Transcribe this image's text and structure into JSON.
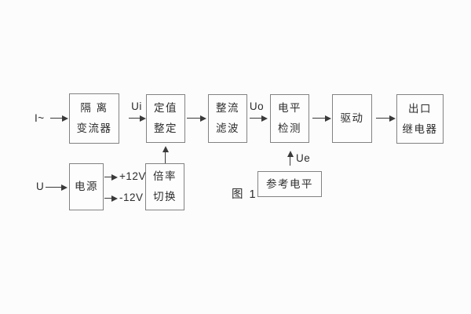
{
  "figure": {
    "caption": "图 1",
    "colors": {
      "background": "#fcfcfc",
      "box_border": "#828282",
      "line": "#3a3a3a",
      "text": "#2d2d2d"
    }
  },
  "blocks": {
    "isolation_transformer": {
      "line1": "隔 离",
      "line2": "变流器"
    },
    "setting_adjustment": {
      "line1": "定值",
      "line2": "整定"
    },
    "rectifier_filter": {
      "line1": "整流",
      "line2": "滤波"
    },
    "level_detection": {
      "line1": "电平",
      "line2": "检测"
    },
    "drive": {
      "line1": "驱动"
    },
    "output_relay": {
      "line1": "出口",
      "line2": "继电器"
    },
    "power_supply": {
      "line1": "电源"
    },
    "ratio_switch": {
      "line1": "倍率",
      "line2": "切换"
    },
    "reference_level": {
      "line1": "参考电平"
    }
  },
  "labels": {
    "input_current": "I~",
    "input_voltage": "U",
    "ui": "Ui",
    "uo": "Uo",
    "ue": "Ue",
    "plus_12v": "+12V",
    "minus_12v": "-12V"
  }
}
